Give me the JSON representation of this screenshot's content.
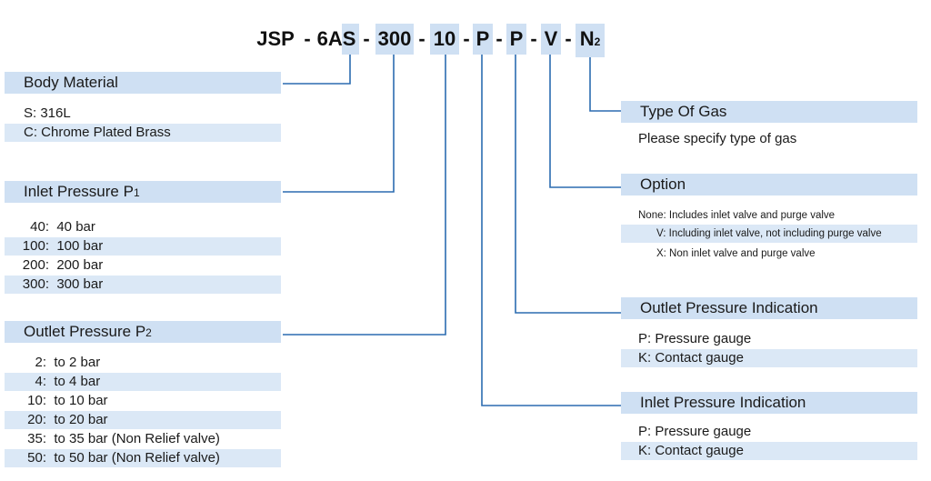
{
  "code": {
    "prefix": "JSP",
    "dash": "-",
    "parts": [
      "6AS",
      "300",
      "10",
      "P",
      "P",
      "V",
      "N"
    ],
    "n_subscript": "2"
  },
  "body_material": {
    "title": "Body Material",
    "items": [
      "S:  316L",
      "C:  Chrome Plated Brass"
    ]
  },
  "inlet_pressure": {
    "title": "Inlet Pressure P",
    "title_sub": "1",
    "items": [
      {
        "key": "40:",
        "val": "40 bar"
      },
      {
        "key": "100:",
        "val": "100 bar"
      },
      {
        "key": "200:",
        "val": "200 bar"
      },
      {
        "key": "300:",
        "val": "300 bar"
      }
    ]
  },
  "outlet_pressure": {
    "title": "Outlet Pressure P",
    "title_sub": "2",
    "items": [
      {
        "key": "2:",
        "val": "to 2 bar"
      },
      {
        "key": "4:",
        "val": "to 4 bar"
      },
      {
        "key": "10:",
        "val": "to 10 bar"
      },
      {
        "key": "20:",
        "val": "to 20 bar"
      },
      {
        "key": "35:",
        "val": "to 35 bar  (Non Relief valve)"
      },
      {
        "key": "50:",
        "val": "to 50 bar  (Non Relief valve)"
      }
    ]
  },
  "type_of_gas": {
    "title": "Type Of Gas",
    "text": "Please specify type of gas"
  },
  "option": {
    "title": "Option",
    "items": [
      "None: Includes inlet valve and purge valve",
      "V: Including inlet valve, not including purge valve",
      "X: Non inlet valve and purge valve"
    ]
  },
  "outlet_indication": {
    "title": "Outlet Pressure Indication",
    "items": [
      "P: Pressure gauge",
      "K: Contact gauge"
    ]
  },
  "inlet_indication": {
    "title": "Inlet Pressure Indication",
    "items": [
      "P: Pressure gauge",
      "K: Contact gauge"
    ]
  },
  "colors": {
    "header_bg": "#cfe0f3",
    "row_bg": "#dbe8f6",
    "connector": "#2b6cb0"
  }
}
